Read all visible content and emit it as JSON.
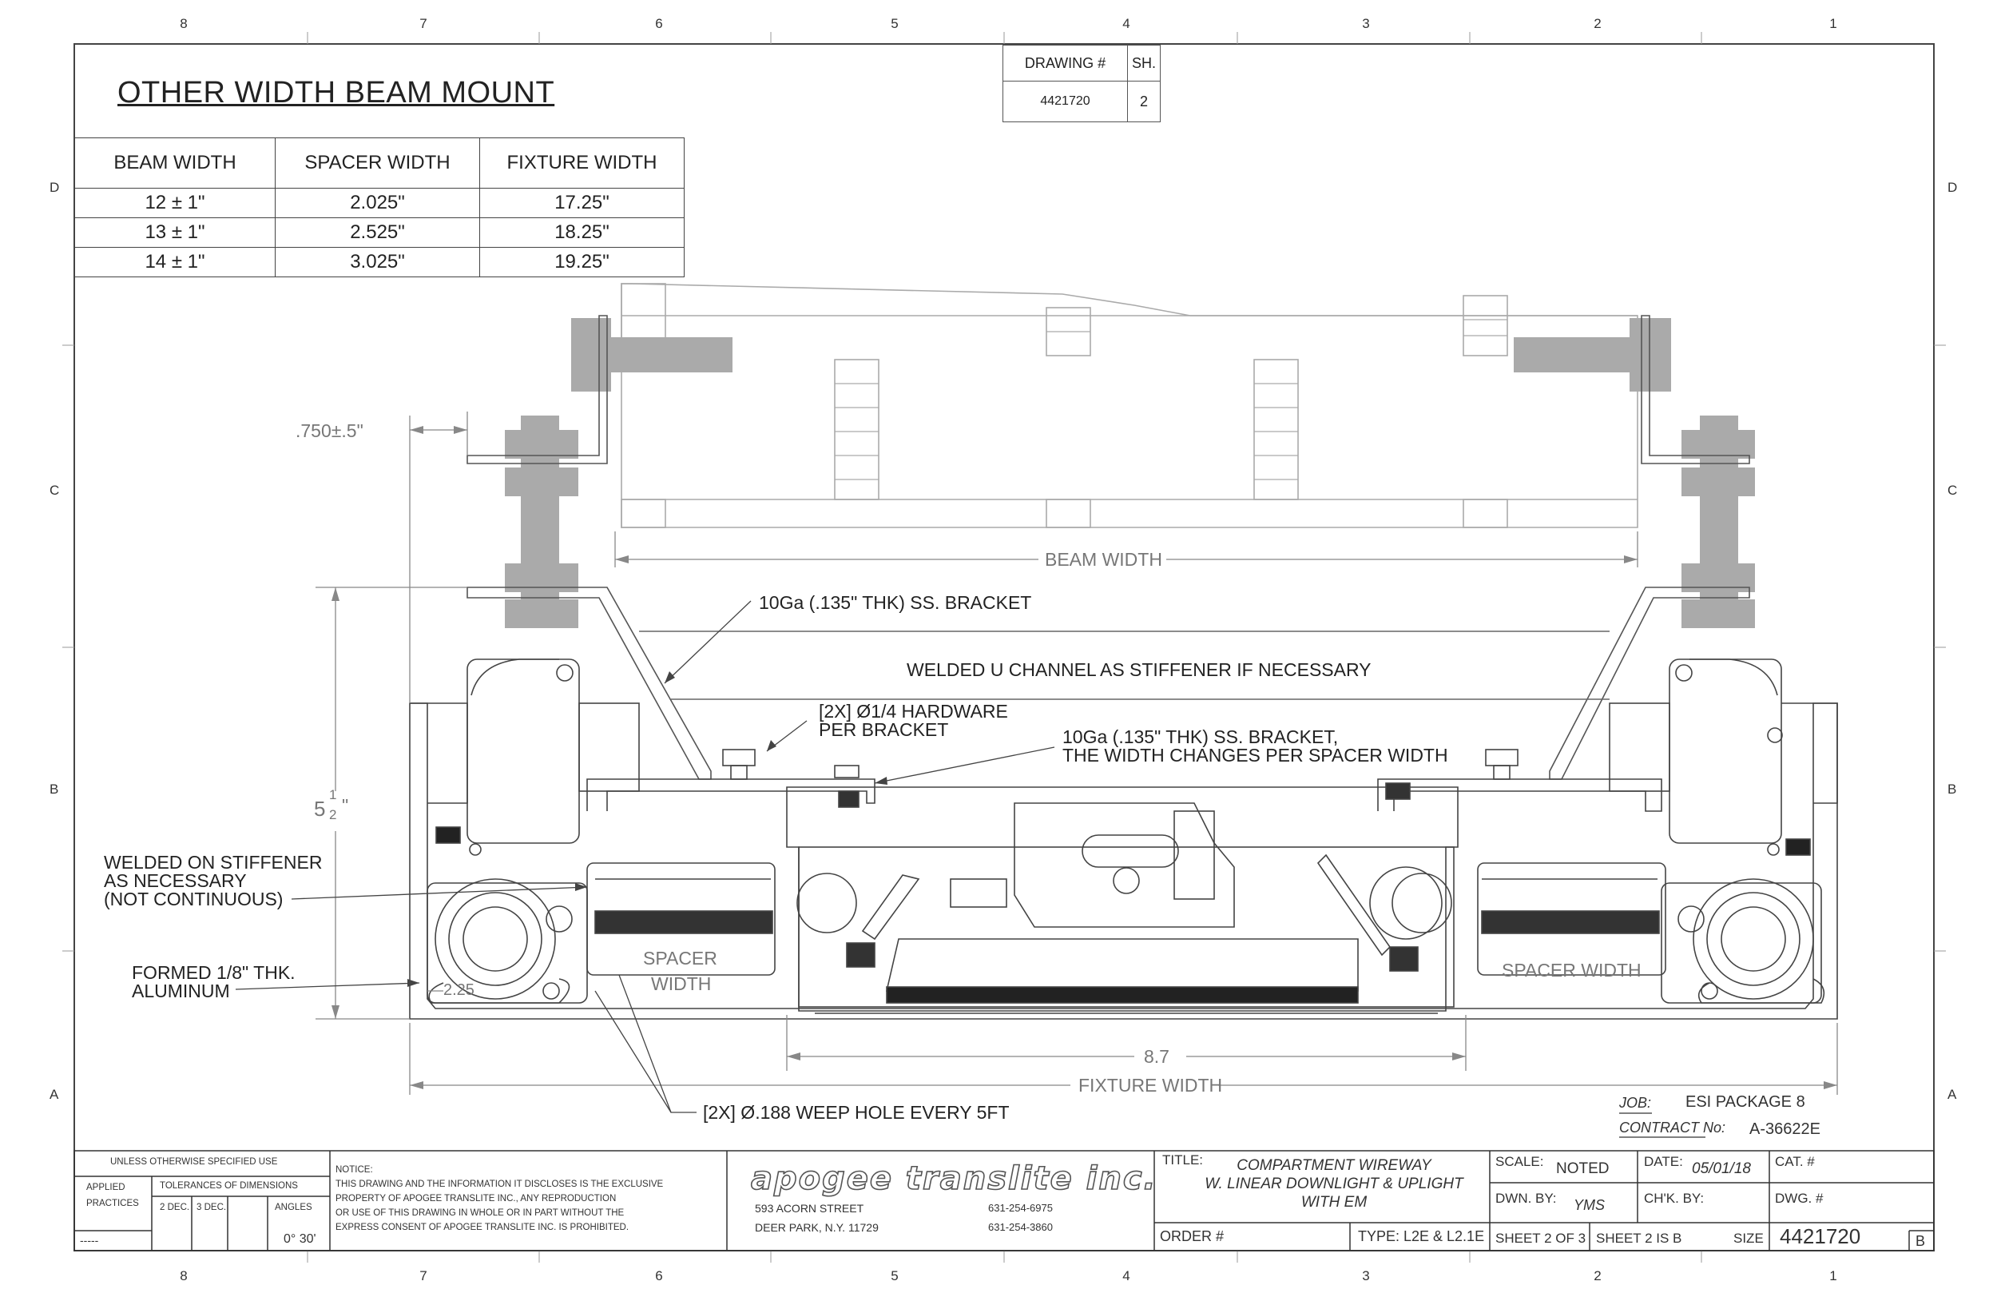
{
  "zones": {
    "top_numbers": [
      "8",
      "7",
      "6",
      "5",
      "4",
      "3",
      "2",
      "1"
    ],
    "bottom_numbers": [
      "8",
      "7",
      "6",
      "5",
      "4",
      "3",
      "2",
      "1"
    ],
    "side_letters": [
      "D",
      "C",
      "B",
      "A"
    ]
  },
  "drawing_box": {
    "drawing_no_label": "DRAWING #",
    "sheet_label": "SH.",
    "drawing_no": "4421720",
    "sheet": "2"
  },
  "title": "OTHER WIDTH BEAM MOUNT",
  "beam_table": {
    "headers": [
      "BEAM WIDTH",
      "SPACER WIDTH",
      "FIXTURE WIDTH"
    ],
    "rows": [
      [
        "12 ± 1\"",
        "2.025\"",
        "17.25\""
      ],
      [
        "13 ± 1\"",
        "2.525\"",
        "18.25\""
      ],
      [
        "14 ± 1\"",
        "3.025\"",
        "19.25\""
      ]
    ]
  },
  "annotations": {
    "bracket_top": "10Ga (.135\" THK) SS. BRACKET",
    "u_channel": "WELDED U CHANNEL AS STIFFENER IF NECESSARY",
    "hardware_1": "[2X] Ø1/4 HARDWARE",
    "hardware_2": "PER BRACKET",
    "bracket2_1": "10Ga (.135\" THK) SS. BRACKET,",
    "bracket2_2": "THE WIDTH CHANGES PER SPACER WIDTH",
    "stiffener_1": "WELDED ON STIFFENER",
    "stiffener_2": "AS NECESSARY",
    "stiffener_3": "(NOT CONTINUOUS)",
    "formed_1": "FORMED 1/8\" THK.",
    "formed_2": "ALUMINUM",
    "weep": "[2X] Ø.188 WEEP HOLE EVERY 5FT"
  },
  "dimensions": {
    "d750": ".750±.5\"",
    "beam_width": "BEAM WIDTH",
    "height_whole": "5",
    "height_num": "1",
    "height_den": "2",
    "height_unit": "\"",
    "spacer_1": "SPACER",
    "spacer_2": "WIDTH",
    "spacer_right": "SPACER WIDTH",
    "d225": "2.25",
    "d87": "8.7",
    "fixture_width": "FIXTURE WIDTH"
  },
  "job": {
    "job_label": "JOB:",
    "job_value": "ESI PACKAGE 8",
    "contract_label": "CONTRACT No:",
    "contract_value": "A-36622E"
  },
  "title_block": {
    "unless": "UNLESS OTHERWISE SPECIFIED USE",
    "applied": "APPLIED",
    "practices": "PRACTICES",
    "tolerances": "TOLERANCES OF DIMENSIONS",
    "two_dec": "2 DEC.",
    "three_dec": "3 DEC.",
    "angles": "ANGLES",
    "angle_val": "0° 30'",
    "dashes": "-----",
    "notice_title": "NOTICE:",
    "notice_lines": [
      "THIS DRAWING AND THE INFORMATION IT DISCLOSES IS THE EXCLUSIVE",
      "PROPERTY OF APOGEE TRANSLITE INC., ANY REPRODUCTION",
      "OR USE OF THIS DRAWING IN WHOLE OR IN PART WITHOUT THE",
      "EXPRESS CONSENT OF APOGEE TRANSLITE INC. IS PROHIBITED."
    ],
    "company": "apogee translite inc.",
    "address1": "593 ACORN STREET",
    "address2": "DEER PARK, N.Y.  11729",
    "phone1": "631-254-6975",
    "phone2": "631-254-3860",
    "title_label": "TITLE:",
    "title_lines": [
      "COMPARTMENT WIREWAY",
      "W. LINEAR DOWNLIGHT & UPLIGHT",
      "WITH EM"
    ],
    "order_label": "ORDER #",
    "type_label": "TYPE:",
    "type_value": "L2E & L2.1E",
    "scale_label": "SCALE:",
    "scale_value": "NOTED",
    "date_label": "DATE:",
    "date_value": "05/01/18",
    "cat_label": "CAT. #",
    "dwn_label": "DWN. BY:",
    "dwn_value": "YMS",
    "chk_label": "CH'K. BY:",
    "dwg_label": "DWG. #",
    "sheet_of": "SHEET 2 OF 3",
    "sheet_is": "SHEET  2  IS  B",
    "size_label": "SIZE",
    "dwg_number": "4421720",
    "rev": "B"
  }
}
